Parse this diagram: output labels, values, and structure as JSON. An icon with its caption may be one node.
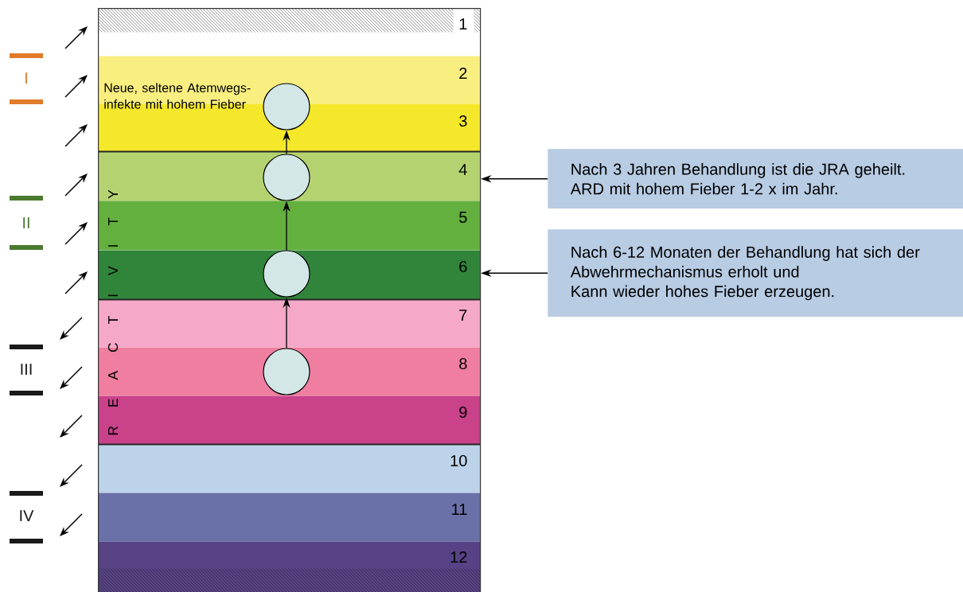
{
  "diagram": {
    "nodes": [
      {
        "text": [
          "1",
          "2",
          "3",
          "4",
          "5",
          "6",
          "7",
          "8",
          "9",
          "10",
          "11",
          "12"
        ]
      },
      {
        "text": [],
        "shape": "circle",
        "in": 0
      },
      {
        "text": [],
        "shape": "circle",
        "in": 0
      },
      {
        "text": [],
        "shape": "circle",
        "in": 0
      },
      {
        "text": [],
        "shape": "circle",
        "in": 0
      },
      {
        "text": [
          "Nach 3 Jahren Behandlung ist die JRA geheilt. ARD mit hohem Fieber 1-2 x im Jahr."
        ]
      },
      {
        "text": [
          "Nach 6-12 Monaten der Behandlung hat sich der Abwehrmechanismus erholt und",
          "Kann wieder hohes Fieber erzeugen."
        ]
      }
    ],
    "edges": [
      {
        "from": 4,
        "to": 3,
        "arrow": "to"
      },
      {
        "from": 3,
        "to": 2,
        "arrow": "to"
      },
      {
        "from": 2,
        "to": 1,
        "arrow": "to"
      },
      {
        "from": 5,
        "to": 0,
        "arrow": "to"
      },
      {
        "from": 6,
        "to": 0,
        "arrow": "to"
      }
    ],
    "labels": [
      "I",
      "Neue, seltene Atemwegs-infekte mit hohem Fieber",
      "II",
      "R E A C T I V I T Y",
      "III",
      "IV"
    ]
  }
}
